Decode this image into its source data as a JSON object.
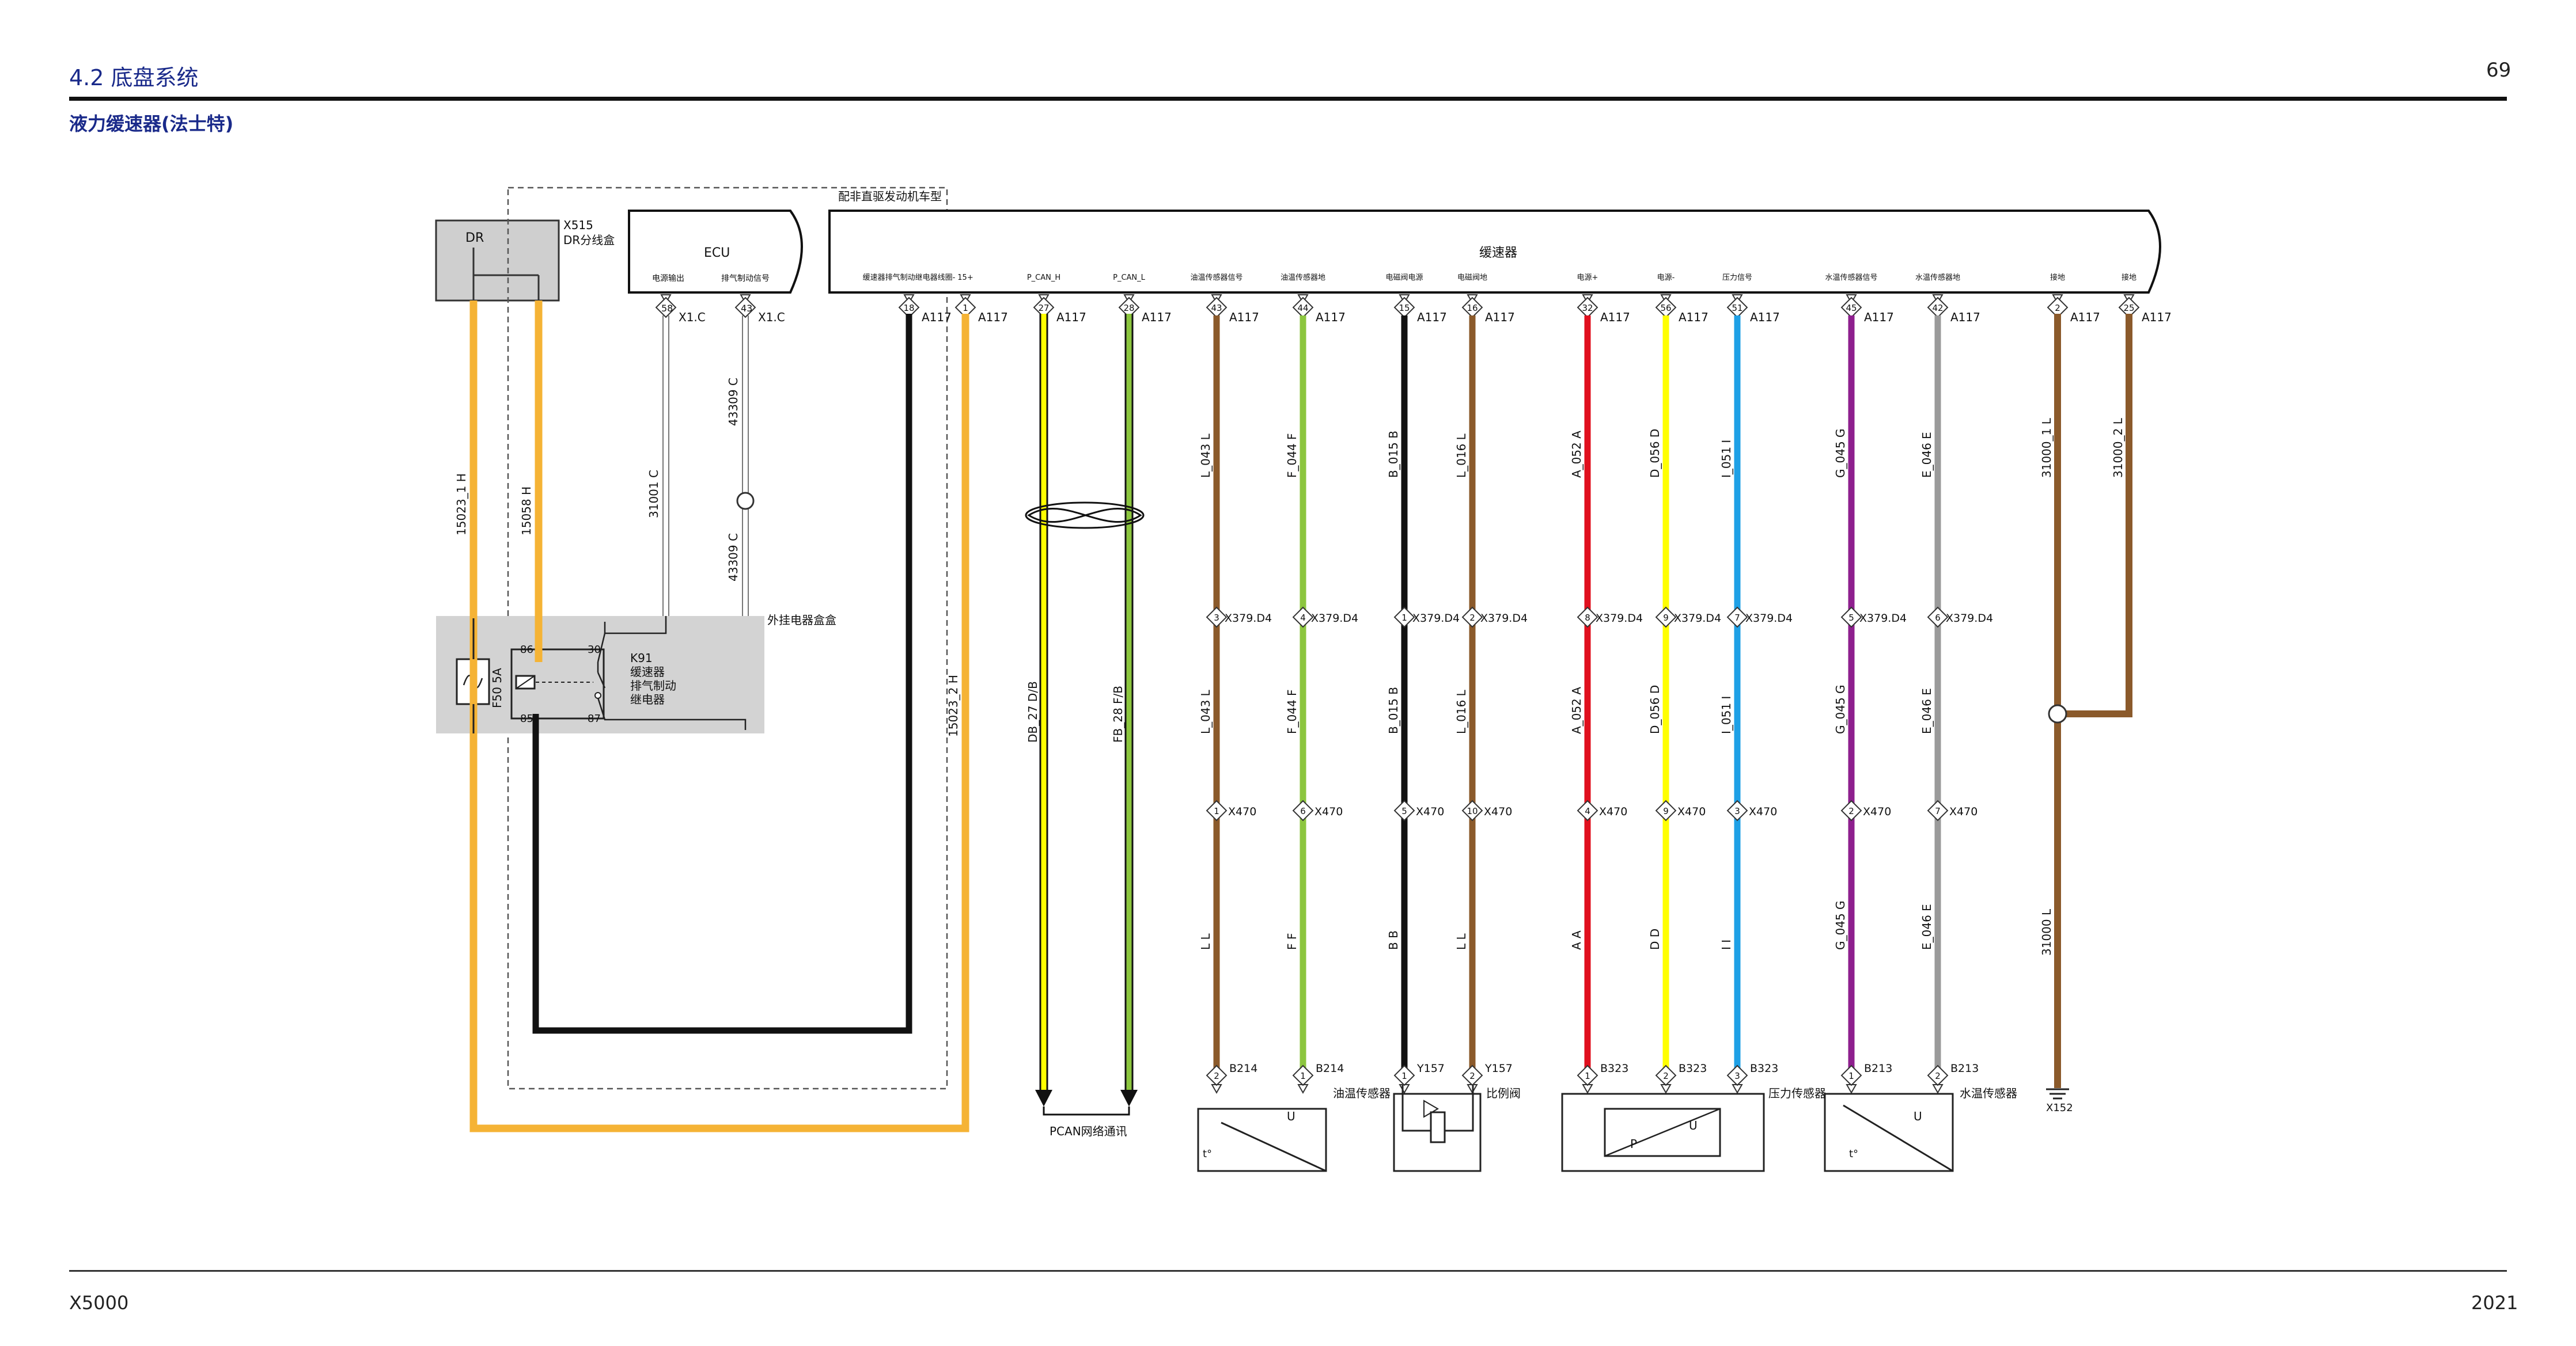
{
  "header": {
    "section_title": "4.2 底盘系统",
    "page_number": "69",
    "subtitle": "液力缓速器(法士特)"
  },
  "footer": {
    "model": "X5000",
    "year": "2021"
  },
  "diagram": {
    "dr_box": {
      "label": "DR",
      "conn_id": "X515",
      "conn_name": "DR分线盒"
    },
    "ecu": {
      "label": "ECU",
      "pins": [
        {
          "num": "58",
          "label": "电源输出",
          "conn": "X1.C",
          "wire": "31001 C"
        },
        {
          "num": "43",
          "label": "排气制动信号",
          "conn": "X1.C",
          "wire": "43309 C"
        }
      ]
    },
    "dashed_group_label": "配非直驱发动机车型",
    "retarder": {
      "label": "缓速器",
      "pins": [
        {
          "num": "18",
          "label": "缓速器排气制动继电器线圈-",
          "conn": "A117"
        },
        {
          "num": "1",
          "label": "15+",
          "conn": "A117"
        },
        {
          "num": "27",
          "label": "P_CAN_H",
          "conn": "A117"
        },
        {
          "num": "28",
          "label": "P_CAN_L",
          "conn": "A117"
        },
        {
          "num": "43",
          "label": "油温传感器信号",
          "conn": "A117"
        },
        {
          "num": "44",
          "label": "油温传感器地",
          "conn": "A117"
        },
        {
          "num": "15",
          "label": "电磁阀电源",
          "conn": "A117"
        },
        {
          "num": "16",
          "label": "电磁阀地",
          "conn": "A117"
        },
        {
          "num": "32",
          "label": "电源+",
          "conn": "A117"
        },
        {
          "num": "56",
          "label": "电源-",
          "conn": "A117"
        },
        {
          "num": "51",
          "label": "压力信号",
          "conn": "A117"
        },
        {
          "num": "45",
          "label": "水温传感器信号",
          "conn": "A117"
        },
        {
          "num": "42",
          "label": "水温传感器地",
          "conn": "A117"
        },
        {
          "num": "2",
          "label": "接地",
          "conn": "A117"
        },
        {
          "num": "25",
          "label": "接地",
          "conn": "A117"
        }
      ]
    },
    "relay_box": {
      "label": "外挂电器盒盒",
      "fuse": "F50 5A",
      "relay_id": "K91",
      "relay_name1": "缓速器",
      "relay_name2": "排气制动",
      "relay_name3": "继电器",
      "pins": [
        "86",
        "30",
        "85",
        "87"
      ]
    },
    "wire_labels": {
      "w1": "15023_1 H",
      "w2": "15058 H",
      "w3": "15023_2 H",
      "can_h": "DB_27 D/B",
      "can_l": "FB_28 F/B",
      "gnd1": "31000_1 L",
      "gnd2": "31000_2 L",
      "gnd_main": "31000 L"
    },
    "columns": [
      {
        "top": "L_043 L",
        "x379": "3",
        "mid": "L_043 L",
        "x470": "1",
        "bot": "L L",
        "dev_pin": "2",
        "dev_conn": "B214"
      },
      {
        "top": "F_044 F",
        "x379": "4",
        "mid": "F_044 F",
        "x470": "6",
        "bot": "F F",
        "dev_pin": "1",
        "dev_conn": "B214"
      },
      {
        "top": "B_015 B",
        "x379": "1",
        "mid": "B_015 B",
        "x470": "5",
        "bot": "B B",
        "dev_pin": "1",
        "dev_conn": "Y157"
      },
      {
        "top": "L_016 L",
        "x379": "2",
        "mid": "L_016 L",
        "x470": "10",
        "bot": "L L",
        "dev_pin": "2",
        "dev_conn": "Y157"
      },
      {
        "top": "A_052 A",
        "x379": "8",
        "mid": "A_052 A",
        "x470": "4",
        "bot": "A A",
        "dev_pin": "1",
        "dev_conn": "B323"
      },
      {
        "top": "D_056 D",
        "x379": "9",
        "mid": "D_056 D",
        "x470": "9",
        "bot": "D D",
        "dev_pin": "2",
        "dev_conn": "B323"
      },
      {
        "top": "I_051 I",
        "x379": "7",
        "mid": "I_051 I",
        "x470": "3",
        "bot": "I I",
        "dev_pin": "3",
        "dev_conn": "B323"
      },
      {
        "top": "G_045 G",
        "x379": "5",
        "mid": "G_045 G",
        "x470": "2",
        "bot": "G_045 G",
        "dev_pin": "1",
        "dev_conn": "B213"
      },
      {
        "top": "E_046 E",
        "x379": "6",
        "mid": "E_046 E",
        "x470": "7",
        "bot": "E_046 E",
        "dev_pin": "2",
        "dev_conn": "B213"
      }
    ],
    "x379_conn": "X379.D4",
    "x470_conn": "X470",
    "devices": {
      "oil_temp": "油温传感器",
      "prop_valve": "比例阀",
      "pressure": "压力传感器",
      "water_temp": "水温传感器",
      "u": "U",
      "t": "t°",
      "p": "P"
    },
    "pcan_label": "PCAN网络通讯",
    "ground_id": "X152",
    "colors": {
      "orange": "#f5b335",
      "black": "#111111",
      "yellow": "#ffff00",
      "green": "#8cc63f",
      "brown": "#8b5a2b",
      "red": "#e0101e",
      "blue": "#1ea0e6",
      "purple": "#8e1f8e",
      "gray": "#9a9a9a",
      "title_blue": "#1a2a8a"
    }
  }
}
